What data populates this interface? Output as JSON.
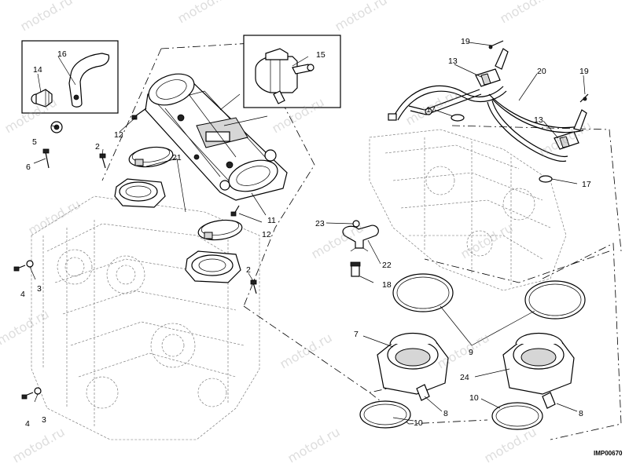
{
  "watermark": "motod.ru",
  "reference_code": "IMP00670",
  "callouts": {
    "c2a": "2",
    "c2b": "2",
    "c3a": "3",
    "c3b": "3",
    "c4a": "4",
    "c4b": "4",
    "c5": "5",
    "c6": "6",
    "c7": "7",
    "c8a": "8",
    "c8b": "8",
    "c9": "9",
    "c10a": "10",
    "c10b": "10",
    "c11": "11",
    "c12a": "12",
    "c12b": "12",
    "c13a": "13",
    "c13b": "13",
    "c14": "14",
    "c15": "15",
    "c16": "16",
    "c17a": "17",
    "c17b": "17",
    "c18": "18",
    "c19a": "19",
    "c19b": "19",
    "c20": "20",
    "c21": "21",
    "c22": "22",
    "c23": "23",
    "c24": "24"
  }
}
